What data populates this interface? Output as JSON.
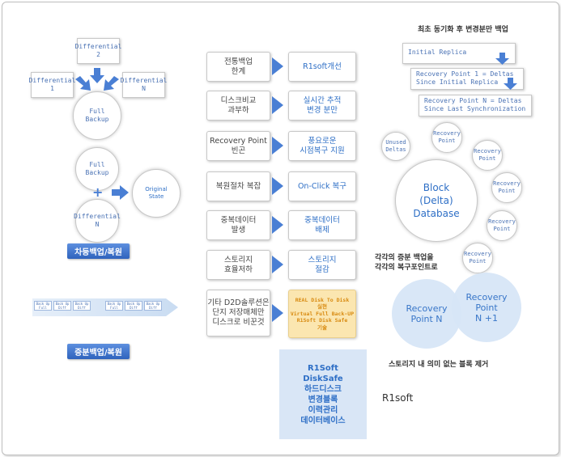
{
  "left": {
    "differential_top": "Differential\n2",
    "differential_left": "Differential\n1",
    "differential_right": "Differential\nN",
    "full_backup_top": "Full\nBackup",
    "full_backup_bottom": "Full\nBackup",
    "plus": "+",
    "original_state": "Original\nState",
    "differential_n_bottom": "Differential\nN",
    "badge_differential": "차등백업/복원",
    "strip_chip_top": "Back Up",
    "strip_chip_full": "Full",
    "strip_chip_diff": "Diff",
    "badge_incremental": "증분백업/복원"
  },
  "middle": {
    "rows": [
      {
        "left": "전통백업\n한계",
        "right": "R1soft개선"
      },
      {
        "left": "디스크비교\n과부하",
        "right": "실시간 추적\n변경 분만"
      },
      {
        "left": "Recovery Point\n빈곤",
        "right": "풍요로운\n시점복구 지원"
      },
      {
        "left": "복원절차 복잡",
        "right": "On-Click 복구"
      },
      {
        "left": "중복데이터\n발생",
        "right": "중복데이터\n배제"
      },
      {
        "left": "스토리지\n효율저하",
        "right": "스토리지\n절감"
      }
    ],
    "last_left": "기타 D2D솔루션은\n단지 저장매체만\n디스크로 비꾼것",
    "last_right": "REAL Disk To Disk\n실현\nVirtual Full Back-UP\nR1Soft Disk Safe\n기술",
    "summary": "R1Soft\nDiskSafe\n하드디스크\n변경블록\n이력관리\n데이터베이스"
  },
  "right": {
    "title": "최초 동기화 후 변경분만 백업",
    "replica1": "Initial Replica",
    "replica2": "Recovery Point 1 = Deltas\nSince Initial Replica",
    "replica3": "Recovery Point N = Deltas\nSince Last Synchronization",
    "unused_deltas": "Unused\nDeltas",
    "recovery_point": "Recovery\nPoint",
    "block_db": "Block\n(Delta)\nDatabase",
    "incremental_caption": "각각의 증분 백업을\n각각의 복구포인트로",
    "rp_n": "Recovery\nPoint N",
    "rp_n1": "Recovery\nPoint\nN +1",
    "remove_caption": "스토리지 내 의미 없는 블록 제거",
    "brand": "R1soft"
  },
  "colors": {
    "accent": "#2e6fc6",
    "arrow": "#4a7fd4",
    "light_blue": "#d7e6f7",
    "mono_text": "#4a72b4"
  }
}
